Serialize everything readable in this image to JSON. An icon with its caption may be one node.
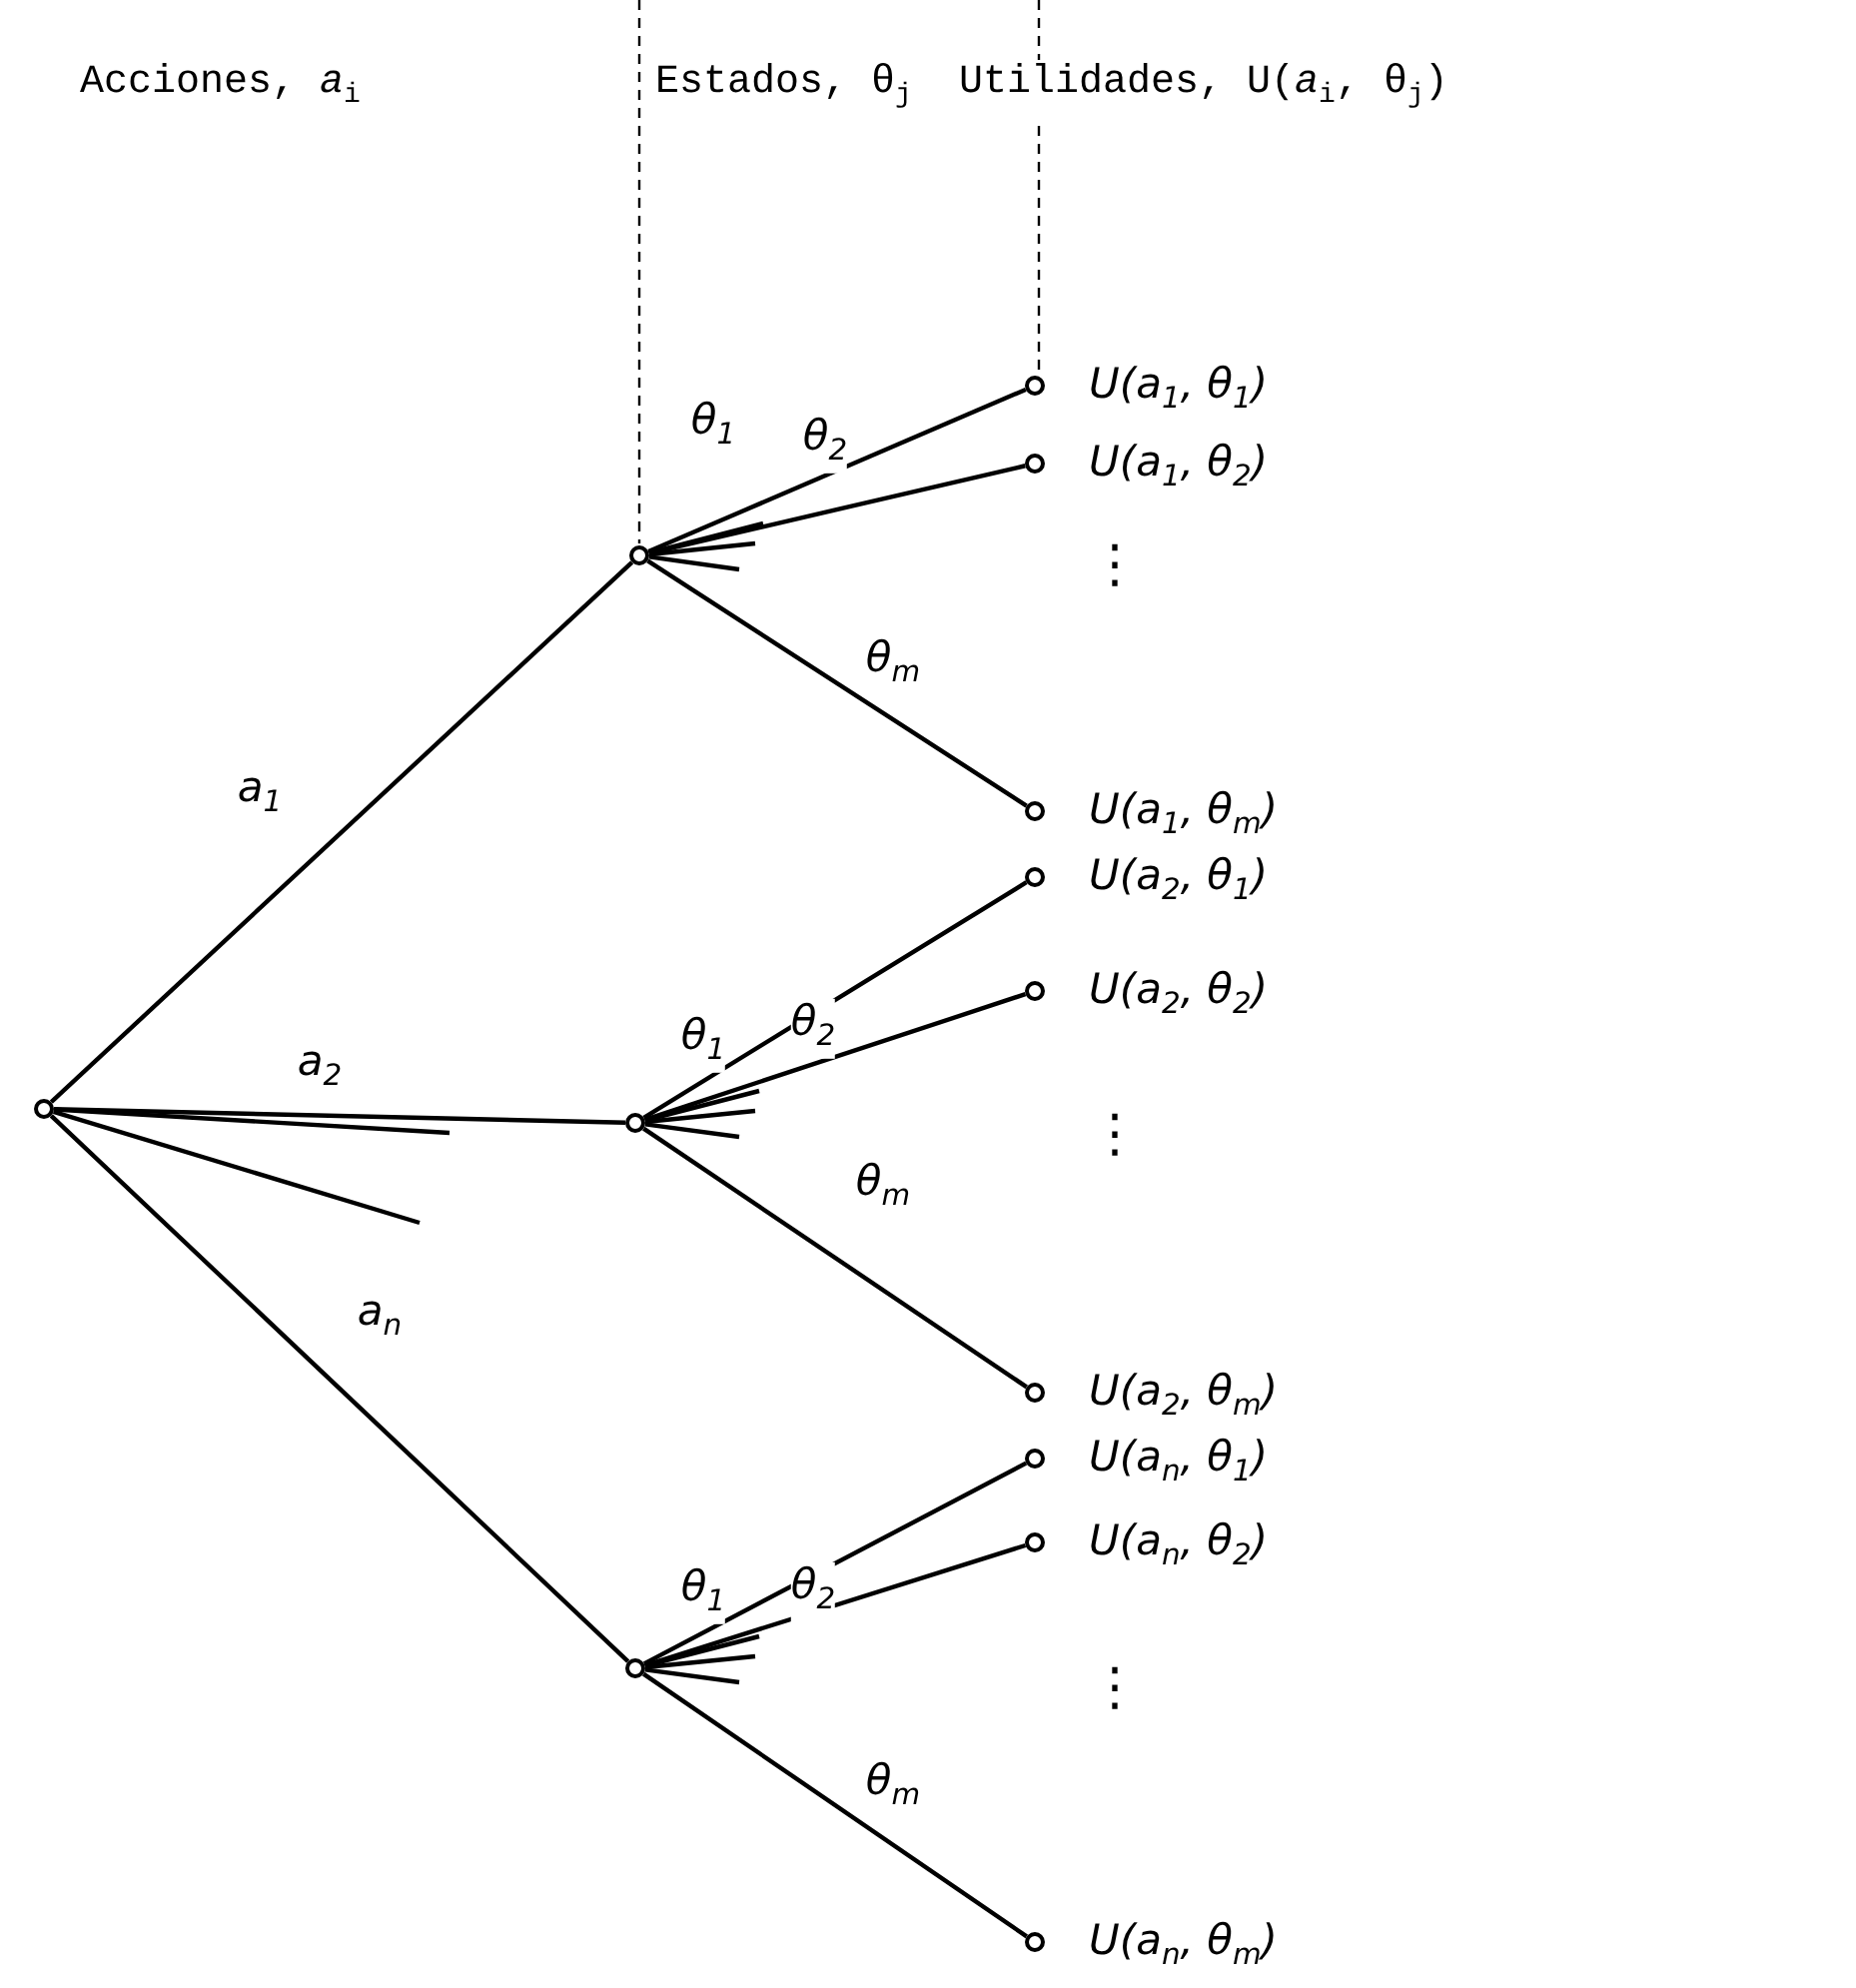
{
  "diagram": {
    "nodes": [
      {
        "text": [],
        "shape": "circle"
      },
      {
        "text": [],
        "shape": "circle"
      },
      {
        "text": [],
        "shape": "circle",
        "beside": [
          "U(*a*$_{1}$, θ$_{1}$)"
        ]
      },
      {
        "text": [],
        "shape": "circle",
        "beside": [
          "U(*a*$_{1}$, θ$_{2}$)"
        ]
      },
      {
        "text": [],
        "shape": "circle",
        "beside": [
          "U(*a*$_{1}$, θ$_{m}$)"
        ]
      },
      {
        "text": [],
        "shape": "circle"
      },
      {
        "text": [],
        "shape": "circle",
        "beside": [
          "U(*a*$_{2}$, θ$_{1}$)"
        ]
      },
      {
        "text": [],
        "shape": "circle",
        "beside": [
          "U(*a*$_{2}$, θ$_{2}$)"
        ]
      },
      {
        "text": [],
        "shape": "circle",
        "beside": [
          "U(*a*$_{2}$, θ$_{m}$)"
        ]
      },
      {
        "text": [],
        "shape": "circle"
      },
      {
        "text": [],
        "shape": "circle",
        "beside": [
          "U(*a*$_{n}$, θ$_{1}$)"
        ]
      },
      {
        "text": [],
        "shape": "circle",
        "beside": [
          "U(*a*$_{n}$, θ$_{2}$)"
        ]
      },
      {
        "text": [],
        "shape": "circle",
        "beside": [
          "U(*a*$_{n}$, θ$_{m}$)"
        ]
      }
    ],
    "edges": [
      {
        "from": 0,
        "to": 1,
        "arrow": "none",
        "label": "*a*$_{1}$"
      },
      {
        "from": 0,
        "to": 5,
        "arrow": "none",
        "label": "*a*$_{2}$"
      },
      {
        "from": 0,
        "to": 9,
        "arrow": "none",
        "label": "*a*$_{n}$"
      },
      {
        "from": 0,
        "to": null,
        "arrow": "none"
      },
      {
        "from": 0,
        "to": null,
        "arrow": "none"
      },
      {
        "from": 1,
        "to": 2,
        "arrow": "none",
        "label": "θ$_{1}$"
      },
      {
        "from": 1,
        "to": 3,
        "arrow": "none",
        "label": "θ$_{2}$"
      },
      {
        "from": 1,
        "to": 4,
        "arrow": "none",
        "label": "θ$_{m}$"
      },
      {
        "from": 1,
        "to": null,
        "arrow": "none"
      },
      {
        "from": 1,
        "to": null,
        "arrow": "none"
      },
      {
        "from": 1,
        "to": null,
        "arrow": "none"
      },
      {
        "from": 5,
        "to": 6,
        "arrow": "none",
        "label": "θ$_{1}$"
      },
      {
        "from": 5,
        "to": 7,
        "arrow": "none",
        "label": "θ$_{2}$"
      },
      {
        "from": 5,
        "to": 8,
        "arrow": "none",
        "label": "θ$_{m}$"
      },
      {
        "from": 5,
        "to": null,
        "arrow": "none"
      },
      {
        "from": 5,
        "to": null,
        "arrow": "none"
      },
      {
        "from": 5,
        "to": null,
        "arrow": "none"
      },
      {
        "from": 9,
        "to": 10,
        "arrow": "none",
        "label": "θ$_{1}$"
      },
      {
        "from": 9,
        "to": 11,
        "arrow": "none",
        "label": "θ$_{2}$"
      },
      {
        "from": 9,
        "to": 12,
        "arrow": "none",
        "label": "θ$_{m}$"
      },
      {
        "from": 9,
        "to": null,
        "arrow": "none"
      },
      {
        "from": 9,
        "to": null,
        "arrow": "none"
      },
      {
        "from": 9,
        "to": null,
        "arrow": "none"
      }
    ],
    "labels": [
      "Acciones, *a*$_{i}$",
      "Estados, θ$_{j}$",
      "Utilidades, U(*a*$_{i}$, θ$_{j}$)",
      "⋮",
      "⋮",
      "⋮"
    ]
  }
}
